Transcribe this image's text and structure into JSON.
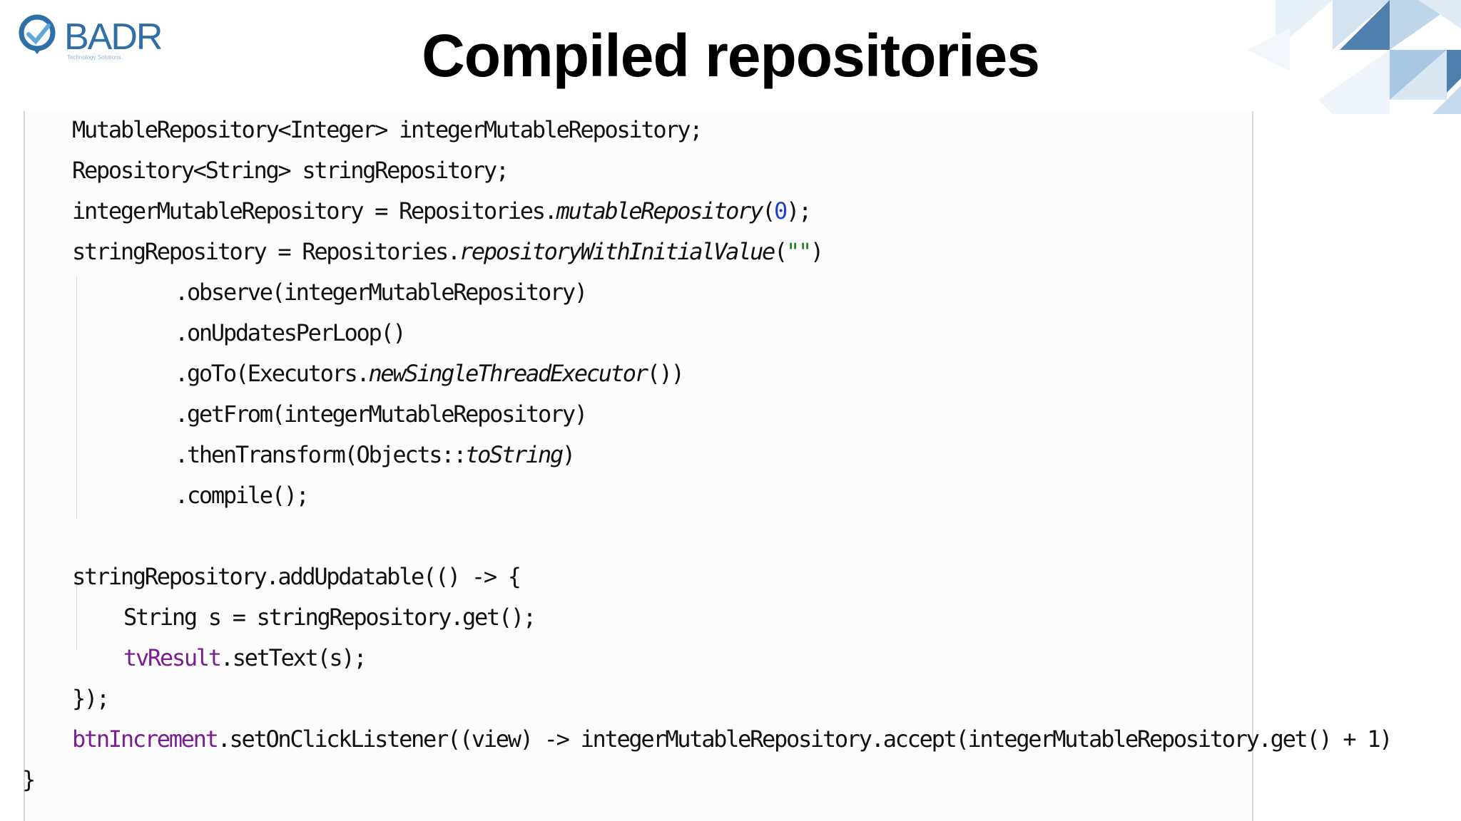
{
  "header": {
    "logo_text": "BADR",
    "logo_subtext": "Technology Solutions",
    "title": "Compiled repositories"
  },
  "code": {
    "lines": [
      {
        "segments": [
          {
            "text": "MutableRepository<Integer> integerMutableRepository;"
          }
        ]
      },
      {
        "segments": [
          {
            "text": "Repository<String> stringRepository;"
          }
        ]
      },
      {
        "segments": [
          {
            "text": "integerMutableRepository = Repositories."
          },
          {
            "text": "mutableRepository",
            "style": "italic"
          },
          {
            "text": "("
          },
          {
            "text": "0",
            "style": "number"
          },
          {
            "text": ");"
          }
        ]
      },
      {
        "segments": [
          {
            "text": "stringRepository = Repositories."
          },
          {
            "text": "repositoryWithInitialValue",
            "style": "italic"
          },
          {
            "text": "("
          },
          {
            "text": "\"\"",
            "style": "string"
          },
          {
            "text": ")"
          }
        ]
      },
      {
        "segments": [
          {
            "text": ".observe(integerMutableRepository)"
          }
        ]
      },
      {
        "segments": [
          {
            "text": ".onUpdatesPerLoop()"
          }
        ]
      },
      {
        "segments": [
          {
            "text": ".goTo(Executors."
          },
          {
            "text": "newSingleThreadExecutor",
            "style": "italic"
          },
          {
            "text": "())"
          }
        ]
      },
      {
        "segments": [
          {
            "text": ".getFrom(integerMutableRepository)"
          }
        ]
      },
      {
        "segments": [
          {
            "text": ".thenTransform(Objects::"
          },
          {
            "text": "toString",
            "style": "italic"
          },
          {
            "text": ")"
          }
        ]
      },
      {
        "segments": [
          {
            "text": ".compile();"
          }
        ]
      },
      {
        "segments": [
          {
            "text": "stringRepository.addUpdatable(() -> {"
          }
        ]
      },
      {
        "segments": [
          {
            "text": "String s = stringRepository.get();"
          }
        ]
      },
      {
        "segments": [
          {
            "text": "tvResult",
            "style": "field"
          },
          {
            "text": ".setText(s);"
          }
        ]
      },
      {
        "segments": [
          {
            "text": "});"
          }
        ]
      },
      {
        "segments": [
          {
            "text": "btnIncrement",
            "style": "field"
          },
          {
            "text": ".setOnClickListener((view) -> integerMutableRepository.accept(integerMutableRepository.get() + 1)"
          }
        ]
      },
      {
        "segments": [
          {
            "text": "}"
          }
        ]
      }
    ]
  },
  "colors": {
    "number": "#1f3fcf",
    "string": "#1a8a1a",
    "field": "#7a1f8f",
    "logo": "#2e6fa7"
  }
}
